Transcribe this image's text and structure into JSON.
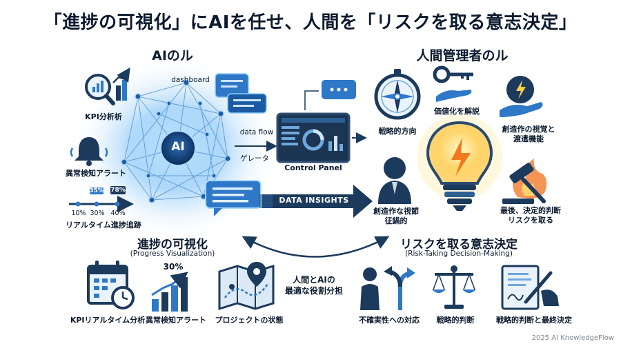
{
  "title": "「進捗の可視化」にAIを任せ、人間を「リスクを取る意志決定」",
  "ai_role": {
    "heading": "AIのル",
    "kpi_label": "KPI分析析",
    "alert_label": "異常検知アラート",
    "tracking_label": "リアルタイム進捗追跡",
    "badge_1": "35%",
    "badge_2": "78%",
    "ticks": [
      "10%",
      "30%",
      "40%"
    ],
    "dashboard_label": "dashboard",
    "core_label": "AI",
    "dataflow_label": "data flow",
    "gereta_label": "ゲレータ",
    "control_panel_label": "Control Panel",
    "data_insights_label": "DATA INSIGHTS"
  },
  "human_role": {
    "heading": "人間管理者のル",
    "compass_label": "戦略的方向",
    "key_label": "価値化を解説",
    "creative_label": "創造作の視覚と\n渡遣機能",
    "person_label": "創造作な視節\n征鍋的",
    "gavel_label": "最後、決定的判断\nリスクを取る"
  },
  "progress": {
    "heading": "進捗の可視化",
    "subheading": "(Progress Visualization)",
    "items": [
      {
        "label": "KPIリアルタイム分析",
        "icon": "calendar-clock-icon"
      },
      {
        "label": "異常検知アラート",
        "icon": "bar-growth-icon",
        "value": "30%"
      },
      {
        "label": "プロジェクトの状態",
        "icon": "map-pin-icon"
      }
    ]
  },
  "center": {
    "label": "人間とAIの\n最適な役割分担"
  },
  "risk": {
    "heading": "リスクを取る意志決定",
    "subheading": "(Risk-Taking Decision-Making)",
    "items": [
      {
        "label": "不確実性への対応",
        "icon": "crossroads-icon"
      },
      {
        "label": "戦略的判断",
        "icon": "scales-icon"
      },
      {
        "label": "戦略的判断と最終決定",
        "icon": "signature-icon"
      }
    ]
  },
  "footer": "2025 AI KnowledgeFlow",
  "colors": {
    "navy": "#1b3a5c",
    "blue": "#2e78c7",
    "glow": "#8fd0ff",
    "text": "#0b1a2e"
  }
}
